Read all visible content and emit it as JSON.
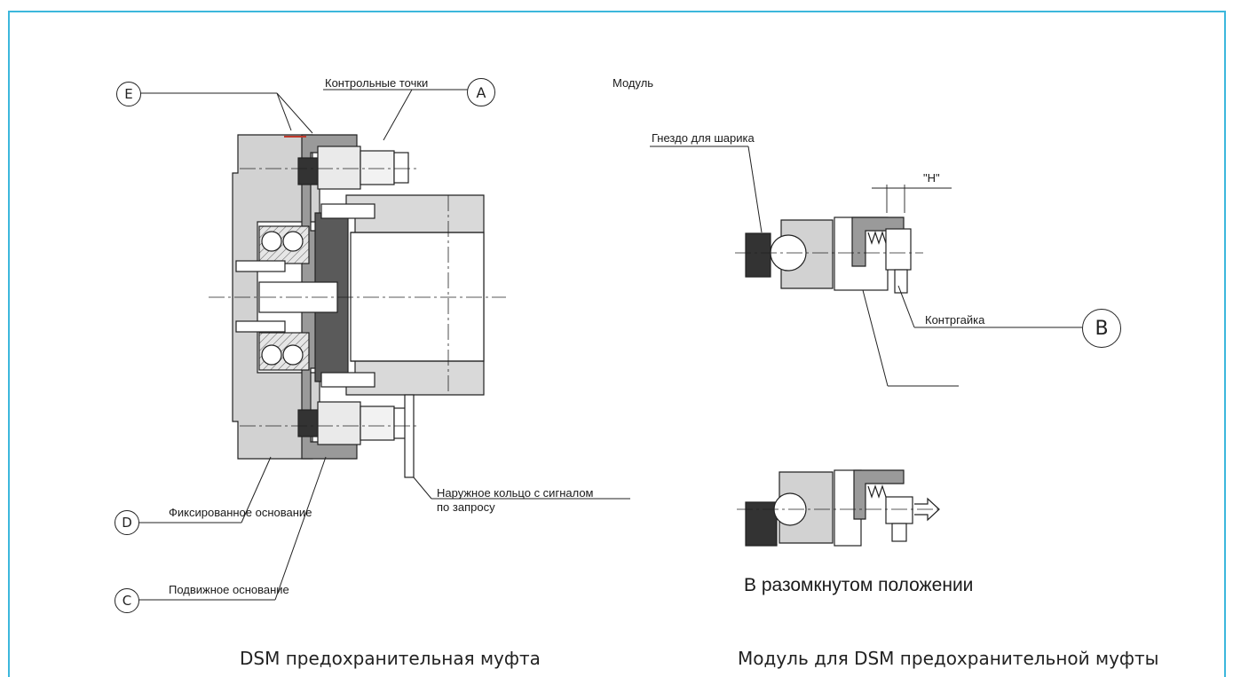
{
  "labels": {
    "control_points": "Контрольные точки",
    "module": "Модуль",
    "ball_socket": "Гнездо для шарика",
    "h_dim": "\"H\"",
    "locknut": "Контргайка",
    "outer_ring": "Наружное кольцо с сигналом",
    "outer_ring_line2": "по запросу",
    "fixed_base": "Фиксированное основание",
    "movable_base": "Подвижное основание",
    "open_position": "В разомкнутом положении"
  },
  "markers": {
    "a": "A",
    "b": "B",
    "c": "C",
    "d": "D",
    "e": "E"
  },
  "captions": {
    "left": "DSM предохранительная муфта",
    "right": "Модуль для DSM предохранительной муфты"
  },
  "colors": {
    "frame": "#3cb7dc",
    "light_gray": "#d2d2d2",
    "mid_gray": "#9a9a9a",
    "dark_gray": "#3a3a3a",
    "line": "#222222",
    "accent": "#c0392b"
  }
}
